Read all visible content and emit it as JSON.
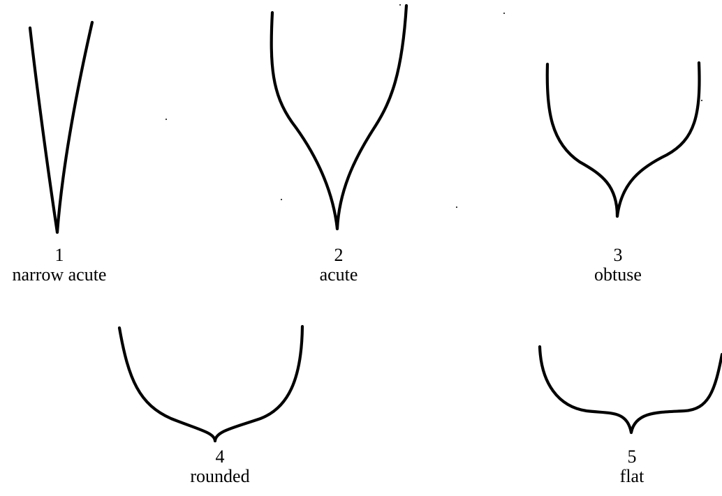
{
  "shapes": [
    {
      "number": "1",
      "name": "narrow acute"
    },
    {
      "number": "2",
      "name": "acute"
    },
    {
      "number": "3",
      "name": "obtuse"
    },
    {
      "number": "4",
      "name": "rounded"
    },
    {
      "number": "5",
      "name": "flat"
    }
  ]
}
